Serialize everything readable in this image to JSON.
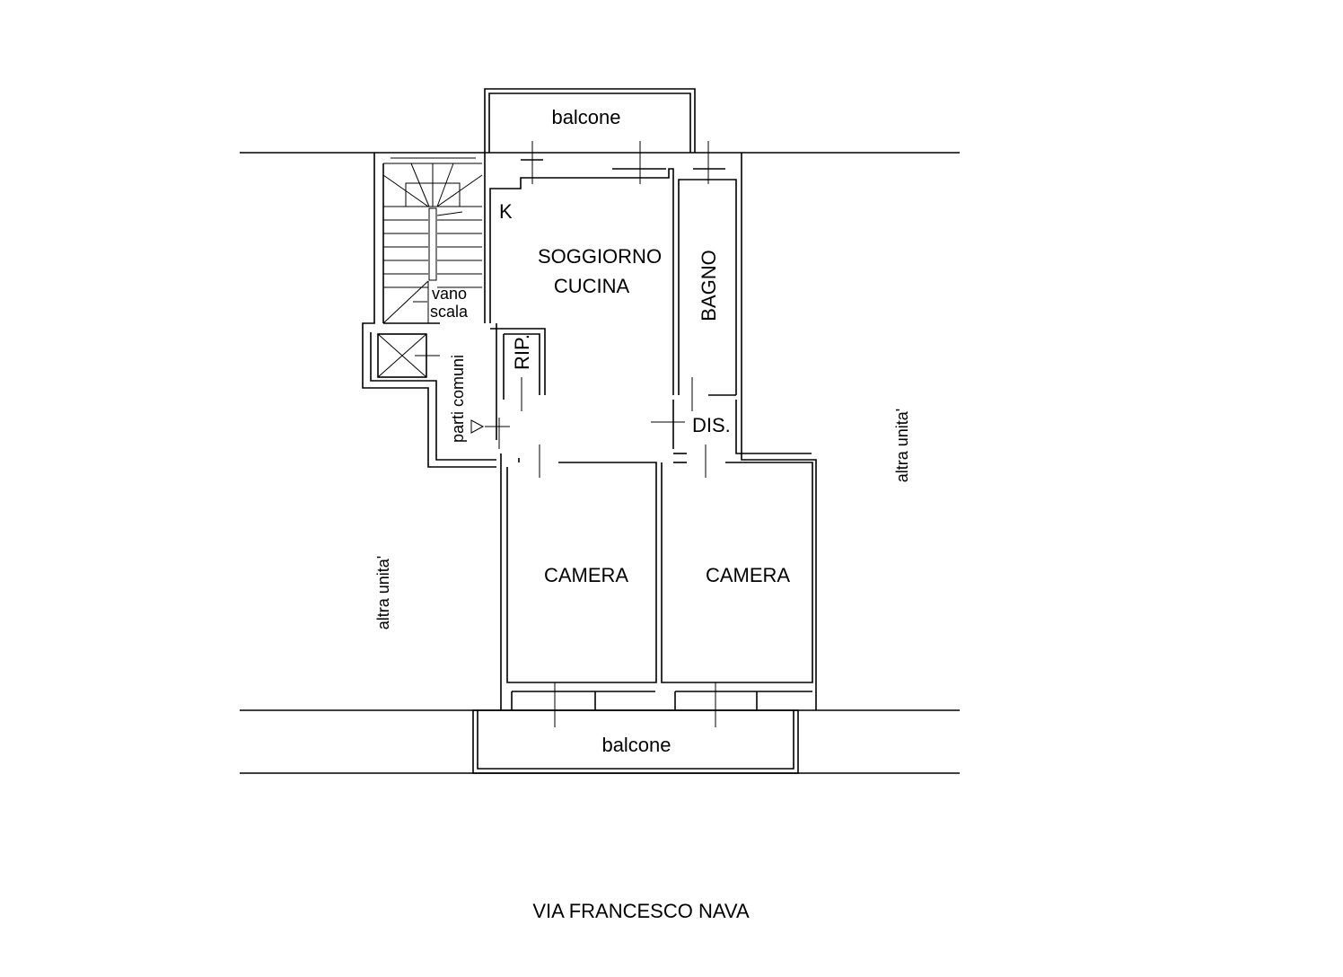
{
  "rooms": {
    "balcone_top": "balcone",
    "balcone_bottom": "balcone",
    "kitchen_mark": "K",
    "soggiorno": "SOGGIORNO",
    "cucina": "CUCINA",
    "bagno": "BAGNO",
    "ripostiglio": "RIP.",
    "disimpegno": "DIS.",
    "camera_left": "CAMERA",
    "camera_right": "CAMERA",
    "vano": "vano",
    "scala": "scala",
    "parti_comuni": "parti comuni",
    "altra_unita_left": "altra unita'",
    "altra_unita_right": "altra unita'"
  },
  "street": "VIA FRANCESCO NAVA"
}
